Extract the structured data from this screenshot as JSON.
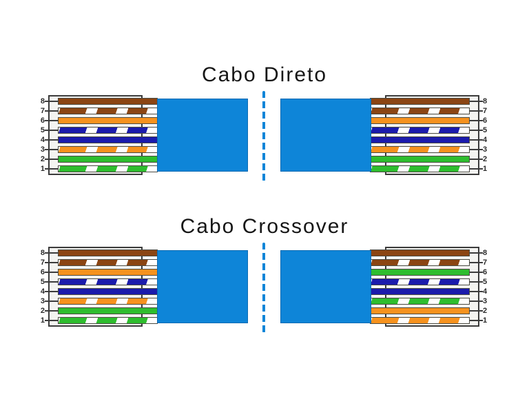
{
  "colors": {
    "cable_blue": "#0e85d8",
    "wire_brown": "#8b4513",
    "wire_orange": "#f6921e",
    "wire_blue": "#1b1bac",
    "wire_green": "#2ebd2e",
    "wire_white": "#ffffff",
    "outline": "#3c3c3c",
    "connector_bg": "#f4f4f1",
    "title_color": "#161616"
  },
  "diagrams": [
    {
      "id": "direto",
      "title": "Cabo Direto",
      "left_pins": [
        {
          "number": "8",
          "wire": "brown",
          "striped": false
        },
        {
          "number": "7",
          "wire": "brown",
          "striped": true
        },
        {
          "number": "6",
          "wire": "orange",
          "striped": false
        },
        {
          "number": "5",
          "wire": "blue",
          "striped": true
        },
        {
          "number": "4",
          "wire": "blue",
          "striped": false
        },
        {
          "number": "3",
          "wire": "orange",
          "striped": true
        },
        {
          "number": "2",
          "wire": "green",
          "striped": false
        },
        {
          "number": "1",
          "wire": "green",
          "striped": true
        }
      ],
      "right_pins": [
        {
          "number": "8",
          "wire": "brown",
          "striped": false
        },
        {
          "number": "7",
          "wire": "brown",
          "striped": true
        },
        {
          "number": "6",
          "wire": "orange",
          "striped": false
        },
        {
          "number": "5",
          "wire": "blue",
          "striped": true
        },
        {
          "number": "4",
          "wire": "blue",
          "striped": false
        },
        {
          "number": "3",
          "wire": "orange",
          "striped": true
        },
        {
          "number": "2",
          "wire": "green",
          "striped": false
        },
        {
          "number": "1",
          "wire": "green",
          "striped": true
        }
      ]
    },
    {
      "id": "crossover",
      "title": "Cabo Crossover",
      "left_pins": [
        {
          "number": "8",
          "wire": "brown",
          "striped": false
        },
        {
          "number": "7",
          "wire": "brown",
          "striped": true
        },
        {
          "number": "6",
          "wire": "orange",
          "striped": false
        },
        {
          "number": "5",
          "wire": "blue",
          "striped": true
        },
        {
          "number": "4",
          "wire": "blue",
          "striped": false
        },
        {
          "number": "3",
          "wire": "orange",
          "striped": true
        },
        {
          "number": "2",
          "wire": "green",
          "striped": false
        },
        {
          "number": "1",
          "wire": "green",
          "striped": true
        }
      ],
      "right_pins": [
        {
          "number": "8",
          "wire": "brown",
          "striped": false
        },
        {
          "number": "7",
          "wire": "brown",
          "striped": true
        },
        {
          "number": "6",
          "wire": "green",
          "striped": false
        },
        {
          "number": "5",
          "wire": "blue",
          "striped": true
        },
        {
          "number": "4",
          "wire": "blue",
          "striped": false
        },
        {
          "number": "3",
          "wire": "green",
          "striped": true
        },
        {
          "number": "2",
          "wire": "orange",
          "striped": false
        },
        {
          "number": "1",
          "wire": "orange",
          "striped": true
        }
      ]
    }
  ]
}
